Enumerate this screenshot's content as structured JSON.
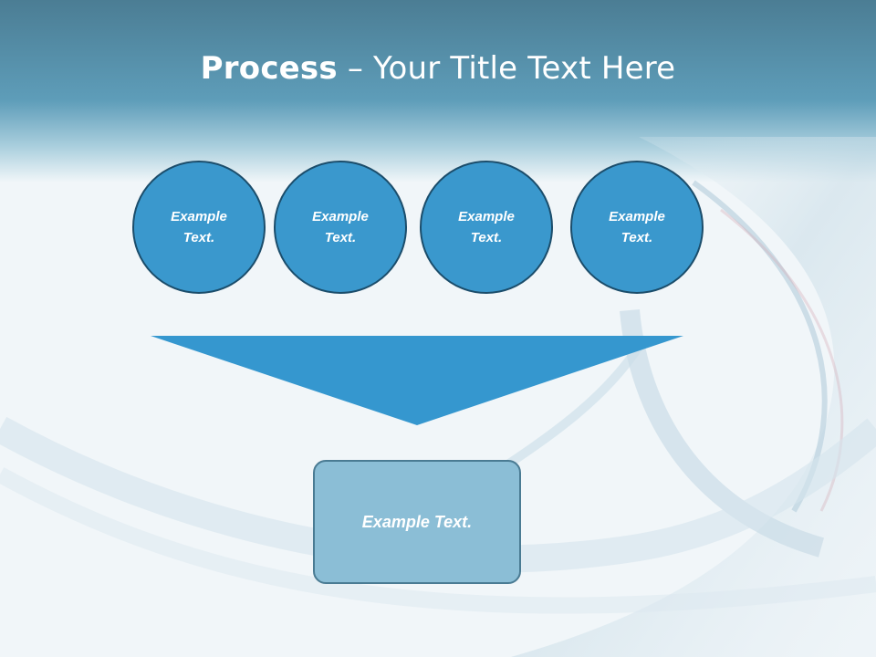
{
  "title": {
    "bold": "Process",
    "separator": " – ",
    "rest": "Your Title Text Here"
  },
  "steps": [
    {
      "text": "Example Text."
    },
    {
      "text": "Example Text."
    },
    {
      "text": "Example Text."
    },
    {
      "text": "Example Text."
    }
  ],
  "result": {
    "text": "Example Text."
  },
  "colors": {
    "header": "#4a87a3",
    "circle_fill": "#3a98cd",
    "circle_border": "#1b4d6b",
    "arrow": "#3597cf",
    "result_fill": "#8bbed6",
    "result_border": "#4a7b93"
  }
}
